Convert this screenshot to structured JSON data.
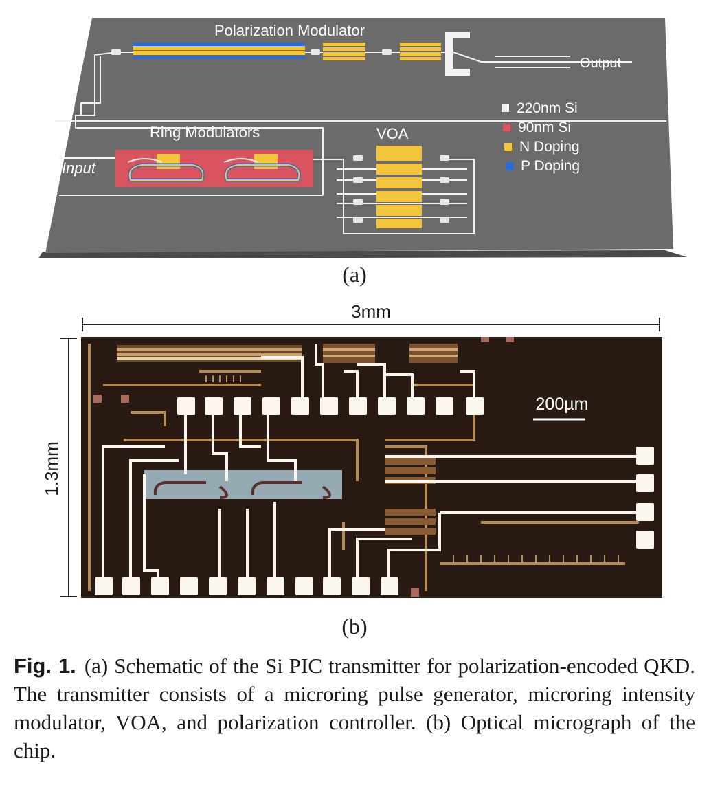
{
  "panel_a": {
    "label": "(a)",
    "title_polarization": "Polarization Modulator",
    "title_ring": "Ring Modulators",
    "title_voa": "VOA",
    "input_label": "Input",
    "output_label": "Output",
    "legend": [
      {
        "text": "220nm Si",
        "color": "#f4f4f4"
      },
      {
        "text": "90nm Si",
        "color": "#d9545e"
      },
      {
        "text": "N Doping",
        "color": "#f3c53a"
      },
      {
        "text": "P Doping",
        "color": "#2a6bd6"
      }
    ]
  },
  "panel_b": {
    "label": "(b)",
    "width_label": "3mm",
    "height_label": "1.3mm",
    "scale_label": "200µm"
  },
  "caption": {
    "fig_label": "Fig. 1.",
    "text": "(a) Schematic of the Si PIC transmitter for polarization-encoded QKD. The transmitter consists of a microring pulse generator, microring intensity modulator, VOA, and polarization controller. (b) Optical micrograph of the chip."
  },
  "colors": {
    "chip_gray": "#6b6b6b",
    "chip_edge": "#4a4a4a",
    "micrograph_bg": "#2a1a14",
    "metal_gold": "#c9a06a",
    "pad_white": "#fbf6ee"
  }
}
